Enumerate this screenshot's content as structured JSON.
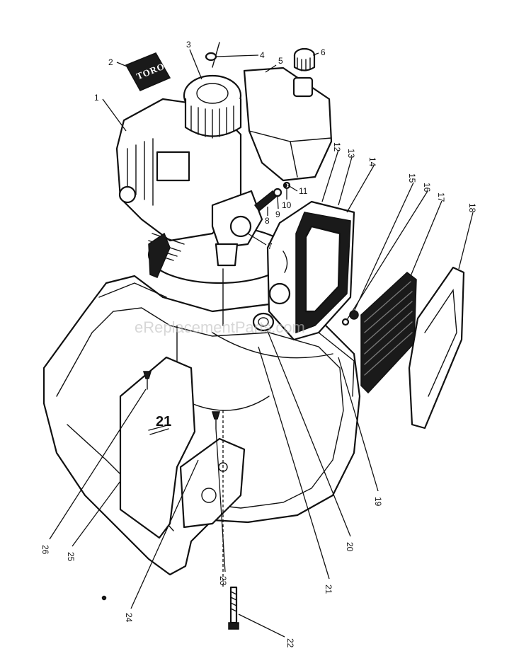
{
  "diagram": {
    "brand_logo_text": "TORO",
    "deck_label": "21",
    "watermark": "eReplacementParts.com",
    "callouts": [
      "1",
      "2",
      "3",
      "4",
      "5",
      "6",
      "7",
      "8",
      "9",
      "10",
      "11",
      "12",
      "13",
      "14",
      "15",
      "16",
      "17",
      "18",
      "19",
      "20",
      "21",
      "22",
      "23",
      "24",
      "25",
      "26"
    ]
  }
}
